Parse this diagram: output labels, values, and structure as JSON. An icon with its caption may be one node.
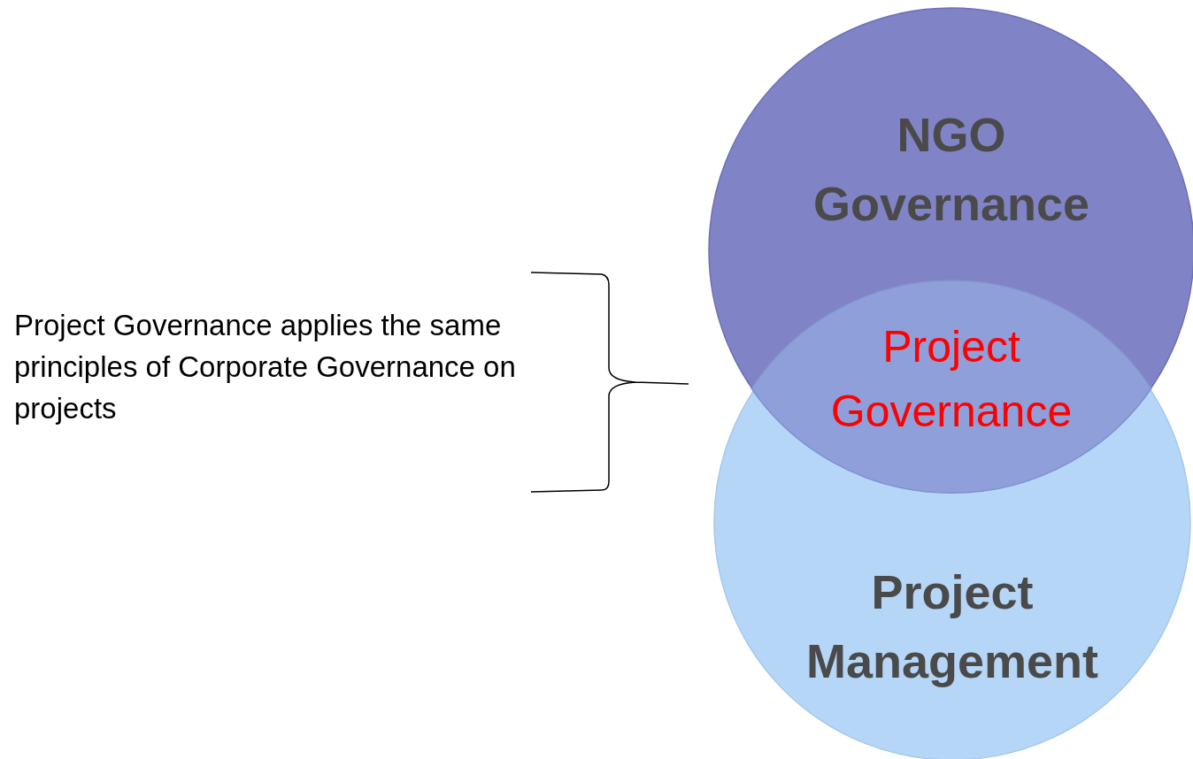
{
  "diagram": {
    "nodes": [
      {
        "text": [
          "NGO Governance"
        ]
      },
      {
        "text": [
          "Project Governance"
        ]
      },
      {
        "text": [
          "Project Management"
        ]
      }
    ],
    "labels": [
      "Project Governance applies the same principles of Corporate Governance on projects"
    ]
  }
}
